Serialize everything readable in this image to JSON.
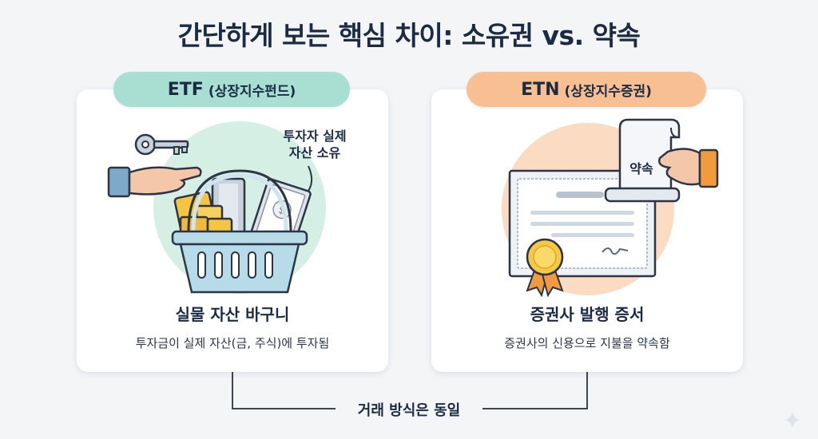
{
  "title": "간단하게 보는 핵심 차이: 소유권 vs. 약속",
  "etf": {
    "label_main": "ETF",
    "label_sub": "(상장지수펀드)",
    "bubble_line1": "투자자 실제",
    "bubble_line2": "자산 소유",
    "card_title": "실물 자산 바구니",
    "card_desc": "투자금이 실제 자산(금, 주식)에 투자됨"
  },
  "etn": {
    "label_main": "ETN",
    "label_sub": "(상장지수증권)",
    "scroll_text": "약속",
    "card_title": "증권사 발행 증서",
    "card_desc": "증권사의 신용으로 지불을 약속함"
  },
  "bottom_label": "거래 방식은 동일",
  "colors": {
    "etf_accent": "#a9dfd3",
    "etn_accent": "#f7bf92",
    "title_text": "#1c2b44",
    "background": "#f3f5f7"
  },
  "icons": [
    "key-icon",
    "hand-icon",
    "basket-icon",
    "gold-bar-icon",
    "dollar-card-icon",
    "certificate-icon",
    "medal-icon",
    "scroll-icon",
    "sparkle-icon"
  ]
}
